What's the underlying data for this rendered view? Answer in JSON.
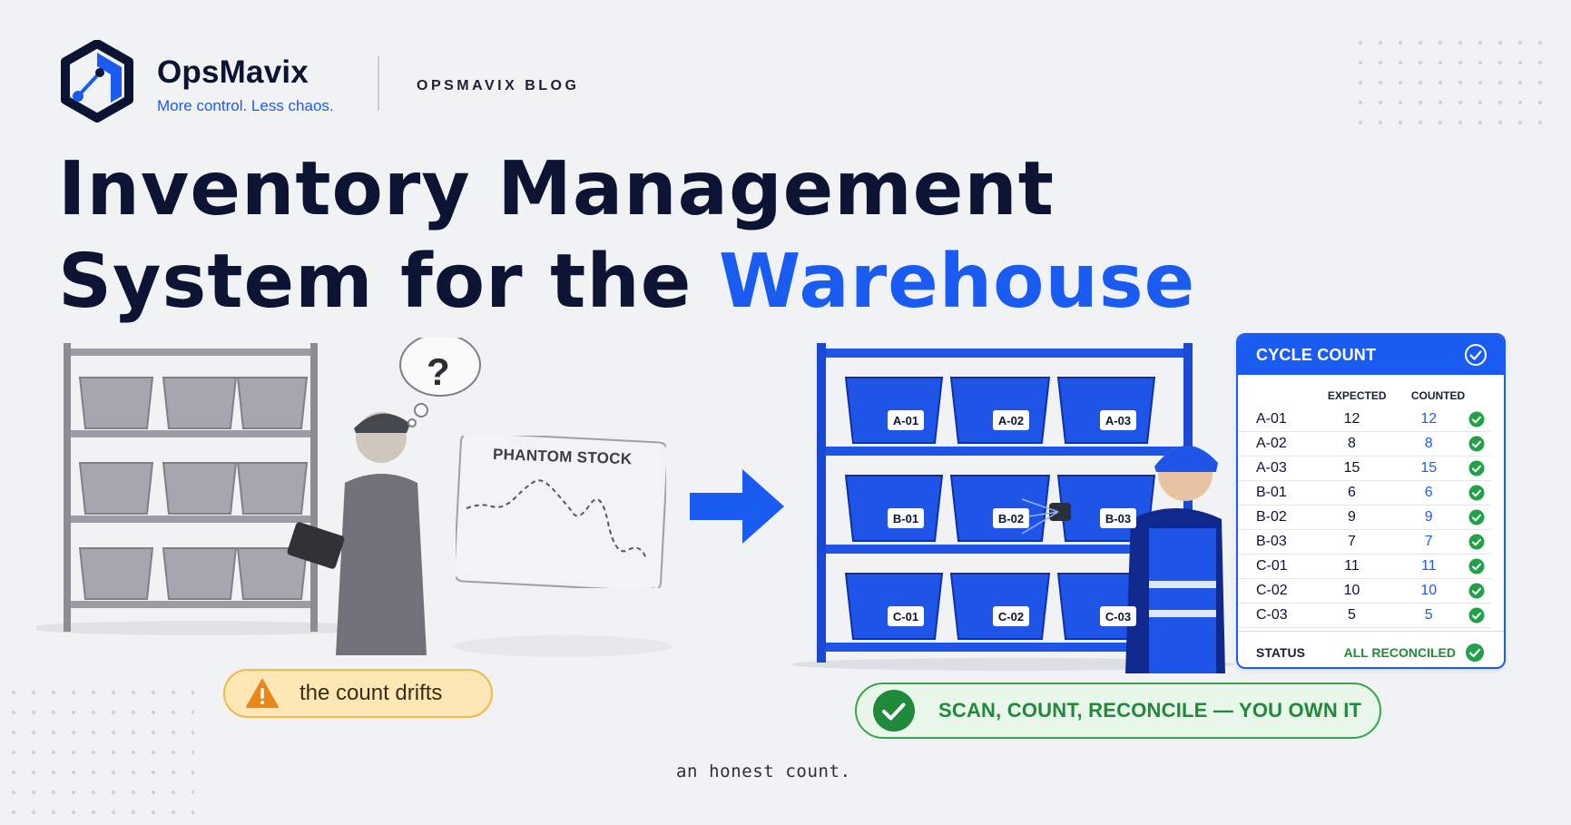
{
  "brand": {
    "name": "OpsMavix",
    "tagline": "More control. Less chaos.",
    "blog_label": "OPSMAVIX BLOG"
  },
  "title": {
    "line1": "Inventory Management",
    "line2_prefix": "System for the ",
    "line2_accent": "Warehouse"
  },
  "left_scene": {
    "chart_label": "PHANTOM STOCK",
    "thought": "?",
    "badge_text": "the count drifts",
    "badge_icon": "warning-icon"
  },
  "right_scene": {
    "bin_labels": [
      "A-01",
      "A-02",
      "A-03",
      "B-01",
      "B-02",
      "B-03",
      "C-01",
      "C-02",
      "C-03"
    ],
    "badge_text": "SCAN, COUNT, RECONCILE — YOU OWN IT",
    "badge_icon": "check-circle-icon"
  },
  "cycle_count": {
    "title": "CYCLE COUNT",
    "col_expected": "EXPECTED",
    "col_counted": "COUNTED",
    "rows": [
      {
        "loc": "A-01",
        "expected": "12",
        "counted": "12"
      },
      {
        "loc": "A-02",
        "expected": "8",
        "counted": "8"
      },
      {
        "loc": "A-03",
        "expected": "15",
        "counted": "15"
      },
      {
        "loc": "B-01",
        "expected": "6",
        "counted": "6"
      },
      {
        "loc": "B-02",
        "expected": "9",
        "counted": "9"
      },
      {
        "loc": "B-03",
        "expected": "7",
        "counted": "7"
      },
      {
        "loc": "C-01",
        "expected": "11",
        "counted": "11"
      },
      {
        "loc": "C-02",
        "expected": "10",
        "counted": "10"
      },
      {
        "loc": "C-03",
        "expected": "5",
        "counted": "5"
      }
    ],
    "status_label": "STATUS",
    "status_value": "ALL RECONCILED"
  },
  "caption": "an honest count.",
  "colors": {
    "accent": "#1a5cf2",
    "navy": "#0d1433",
    "success": "#1e8a3a",
    "warning": "#f1b84a",
    "background": "#f1f2f4"
  }
}
